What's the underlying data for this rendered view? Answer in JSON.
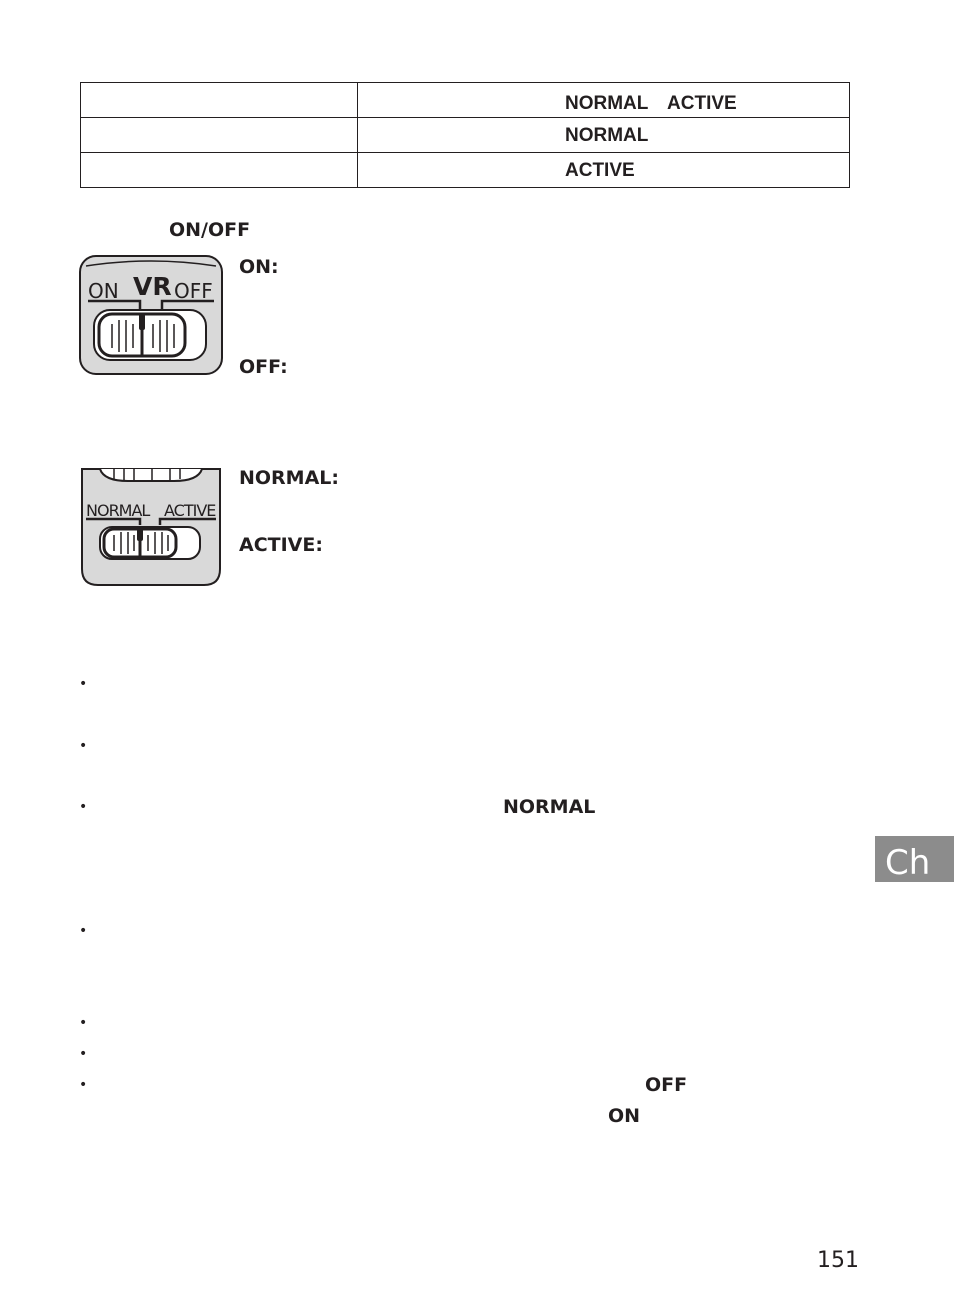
{
  "table": {
    "rows": [
      {
        "col1": "",
        "col2": "NORMAL　ACTIVE"
      },
      {
        "col1": "",
        "col2": "NORMAL"
      },
      {
        "col1": "",
        "col2": "ACTIVE"
      }
    ]
  },
  "vr_section": {
    "heading": "ON/OFF",
    "switch_labels": {
      "on": "ON",
      "vr": "VR",
      "off": "OFF"
    },
    "on_label": "ON:",
    "off_label": "OFF:"
  },
  "mode_section": {
    "switch_labels": {
      "normal": "NORMAL",
      "active": "ACTIVE"
    },
    "normal_label": "NORMAL:",
    "active_label": "ACTIVE:"
  },
  "bullets": [
    {
      "symbol": "•",
      "text": ""
    },
    {
      "symbol": "•",
      "text": ""
    },
    {
      "symbol": "•",
      "text": "NORMAL"
    },
    {
      "symbol": "•",
      "text": ""
    },
    {
      "symbol": "•",
      "text": ""
    },
    {
      "symbol": "•",
      "text": ""
    },
    {
      "symbol": "•",
      "text": "OFF",
      "text2": "ON"
    }
  ],
  "side_tab": {
    "label": "Ch"
  },
  "page_number": "151"
}
